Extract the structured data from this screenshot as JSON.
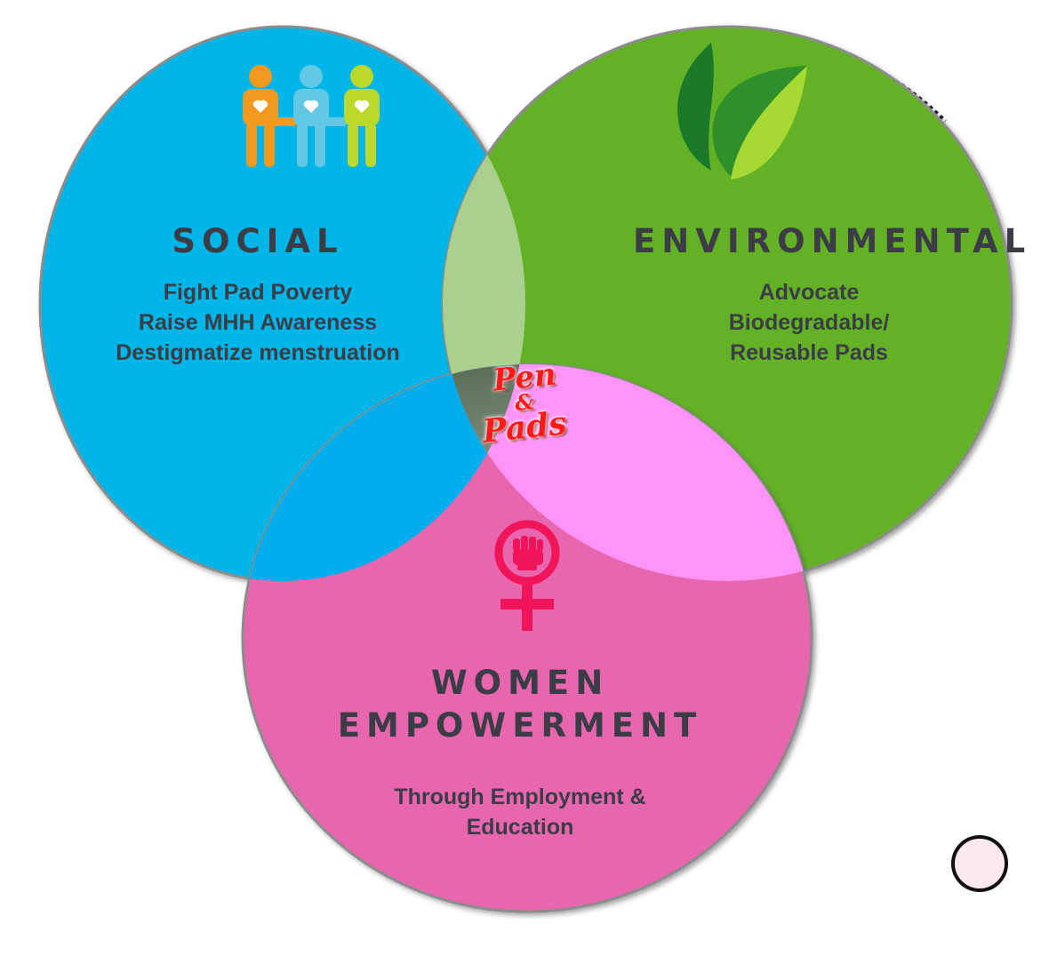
{
  "colors": {
    "social": "#06b6e8",
    "environmental": "#63b226",
    "women": "#e866ae",
    "social_env_overlap": "#a9d08e",
    "social_women_overlap": "#02adeb",
    "env_women_overlap": "#ff93f7",
    "center_overlap": "#6f7f6a",
    "heading_text": "#3c3c46",
    "brand_text": "#ff1a1a",
    "venus_symbol": "#f0145a"
  },
  "social": {
    "title": "SOCIAL",
    "lines": [
      "Fight Pad Poverty",
      "Raise MHH Awareness",
      "Destigmatize menstruation"
    ],
    "icon": "people-hearts-icon"
  },
  "environmental": {
    "title": "ENVIRONMENTAL",
    "lines": [
      "Advocate",
      "Biodegradable/",
      "Reusable Pads"
    ],
    "icon": "leaf-icon"
  },
  "women": {
    "title_line1": "WOMEN",
    "title_line2": "EMPOWERMENT",
    "lines": [
      "Through Employment &",
      "Education"
    ],
    "icon": "venus-fist-icon"
  },
  "center": {
    "word1": "Pen",
    "word2": "&",
    "word3": "Pads"
  }
}
